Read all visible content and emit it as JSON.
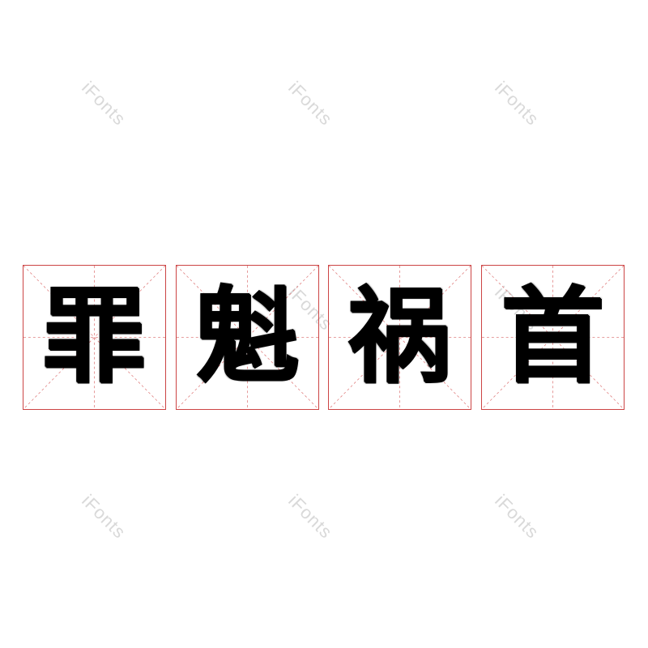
{
  "watermark_text": "iFonts",
  "characters": [
    "罪",
    "魁",
    "祸",
    "首"
  ],
  "colors": {
    "grid_border": "#cc4444",
    "grid_guides": "#e08080",
    "glyph": "#000000",
    "watermark": "#d9d9d9",
    "background": "#ffffff"
  }
}
